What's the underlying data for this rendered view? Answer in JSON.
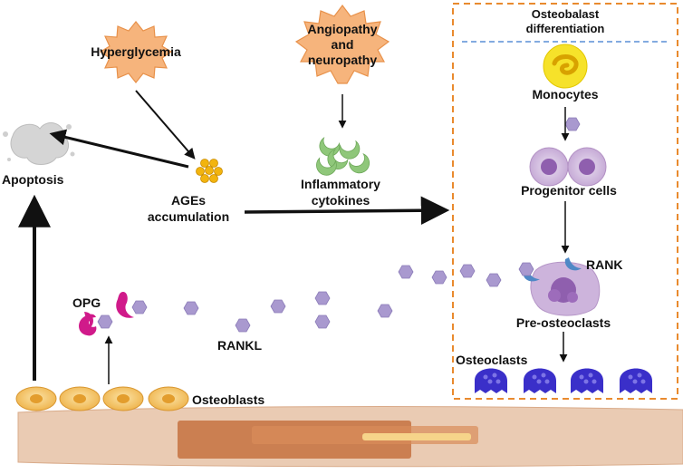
{
  "labels": {
    "hyperglycemia": "Hyperglycemia",
    "angiopathy": [
      "Angiopathy",
      "and",
      "neuropathy"
    ],
    "apoptosis": "Apoptosis",
    "ages": [
      "AGEs",
      "accumulation"
    ],
    "inflammatory": [
      "Inflammatory",
      "cytokines"
    ],
    "box_title": [
      "Osteobalast",
      "differentiation"
    ],
    "monocytes": "Monocytes",
    "progenitor": "Progenitor cells",
    "rank": "RANK",
    "pre_osteoclasts": "Pre-osteoclasts",
    "osteoclasts": "Osteoclasts",
    "opg": "OPG",
    "rankl": "RANKL",
    "osteoblasts": "Osteoblasts"
  },
  "colors": {
    "starburst": "#f6b47c",
    "starburst_stroke": "#e8914a",
    "box_border": "#e98a2e",
    "divider": "#5a8fd6",
    "rankl_hex": "#a999cf",
    "opg": "#d01a8a",
    "rank_receptor": "#4f88c6",
    "osteoclast": "#3a2fc9",
    "osteoblast": "#f0b84a",
    "cytokine": "#8fc77a",
    "ages": "#f2b40e",
    "monocyte": "#f6e22a",
    "progenitor": "#c8aed6",
    "bone": "#e8c9b0",
    "marrow": "#c46a3a"
  }
}
